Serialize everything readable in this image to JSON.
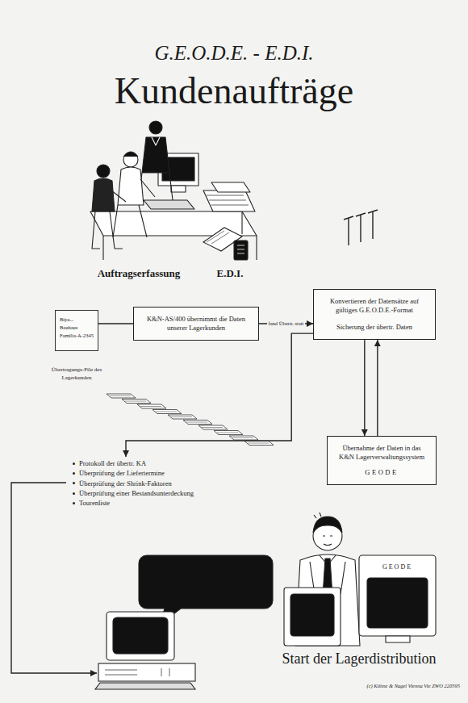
{
  "diagram": {
    "title": "Kundenaufträge",
    "caption": "(c) Kühne & Nagel Vienna Vie ZWO 220595",
    "nodes": [
      {
        "text": [
          "Bipa...",
          "Bauhaus",
          "Familia-A-2345",
          "Übertragungs-File des Lagerkunden"
        ]
      },
      {
        "text": [
          "K&N-AS/400 übernimmt die Daten unserer Lagerkunden"
        ]
      },
      {
        "text": [
          "Konvertieren der Datensätze auf gültiges G.E.O.D.E.-Format",
          "Sicherung der übertr. Daten"
        ]
      },
      {
        "text": [
          "Übernahme der Daten in das K&N Lagerverwaltungssystem",
          "GEODE"
        ]
      },
      {
        "text": [
          "Protokoll der übertr. KA",
          "Überprüfung der Liefertermine",
          "Überprüfung der Shrink-Faktoren",
          "Überprüfung einer Bestandsunterdeckung",
          "Tourenliste"
        ]
      }
    ],
    "edges": [
      {
        "from": 0,
        "to": 1,
        "arrow": "none"
      },
      {
        "from": 1,
        "to": 2,
        "label": "fand Übertr. statt",
        "arrow": "to"
      },
      {
        "from": 2,
        "to": 3,
        "arrow": "to"
      },
      {
        "from": 3,
        "to": 2,
        "arrow": "to"
      },
      {
        "from": 2,
        "to": 4,
        "arrow": "to"
      }
    ],
    "labels": [
      "G.E.O.D.E. - E.D.I.",
      "Auftragserfassung",
      "E.D.I.",
      "GEODE",
      "Start der Lagerdistribution"
    ]
  }
}
